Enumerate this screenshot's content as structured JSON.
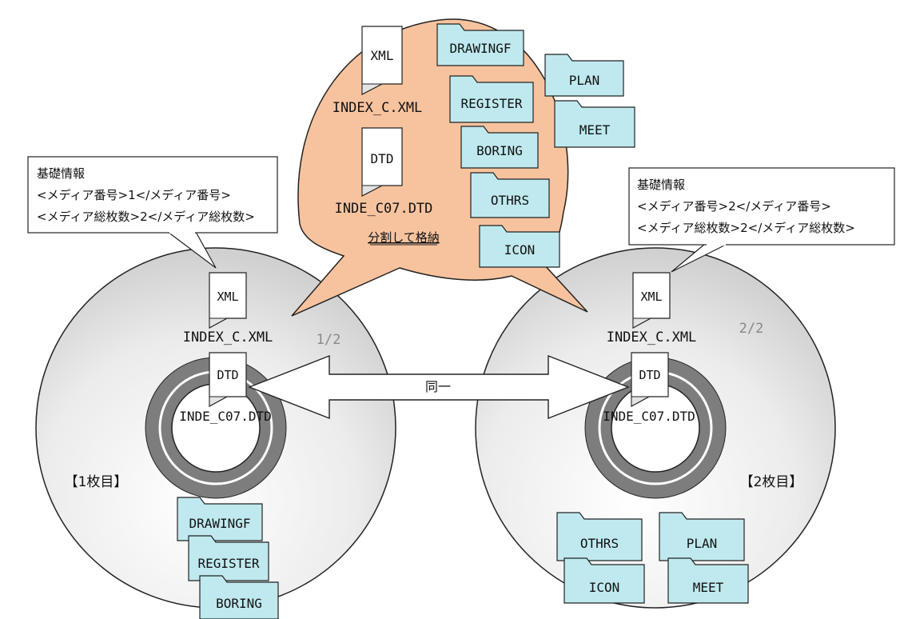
{
  "colors": {
    "bubble": "#f7c39e",
    "folder": "#bfe9ef",
    "disc_ring": "#7a7a7a",
    "disc_light": "#ffffff",
    "disc_shade": "#cfcfcf"
  },
  "bubble": {
    "files": [
      {
        "icon": "XML",
        "name": "INDEX_C.XML"
      },
      {
        "icon": "DTD",
        "name": "INDE_C07.DTD"
      }
    ],
    "caption": "分割して格納",
    "folders": [
      "DRAWINGF",
      "REGISTER",
      "BORING",
      "OTHRS",
      "ICON",
      "PLAN",
      "MEET"
    ]
  },
  "disc1": {
    "info": {
      "heading": "基礎情報",
      "line1": "<メディア番号>1</メディア番号>",
      "line2": "<メディア総枚数>2</メディア総枚数>"
    },
    "xml_icon": "XML",
    "xml_name": "INDEX_C.XML",
    "fraction": "1/2",
    "dtd_icon": "DTD",
    "dtd_name": "INDE_C07.DTD",
    "label": "【1枚目】",
    "folders": [
      "DRAWINGF",
      "REGISTER",
      "BORING"
    ]
  },
  "disc2": {
    "info": {
      "heading": "基礎情報",
      "line1": "<メディア番号>2</メディア番号>",
      "line2": "<メディア総枚数>2</メディア総枚数>"
    },
    "xml_icon": "XML",
    "xml_name": "INDEX_C.XML",
    "fraction": "2/2",
    "dtd_icon": "DTD",
    "dtd_name": "INDE_C07.DTD",
    "label": "【2枚目】",
    "folders": [
      "OTHRS",
      "PLAN",
      "ICON",
      "MEET"
    ]
  },
  "arrow_label": "同一"
}
